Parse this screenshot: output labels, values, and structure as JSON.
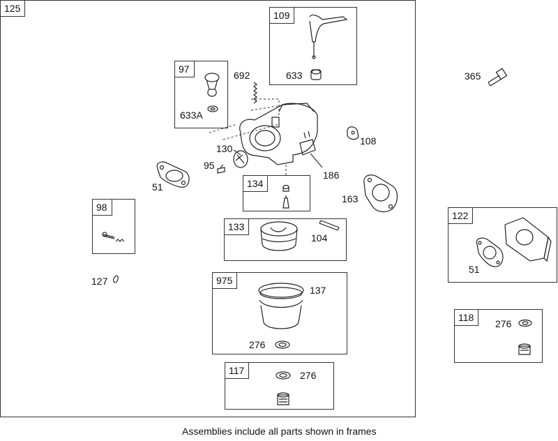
{
  "caption": "Assemblies include all parts shown in frames",
  "frames": {
    "f125": "125",
    "f109": "109",
    "f97": "97",
    "f134": "134",
    "f98": "98",
    "f133": "133",
    "f975": "975",
    "f117": "117",
    "f122": "122",
    "f118": "118"
  },
  "parts": {
    "p633": "633",
    "p692": "692",
    "p633A": "633A",
    "p365": "365",
    "p108": "108",
    "p130": "130",
    "p95": "95",
    "p186": "186",
    "p51a": "51",
    "p163": "163",
    "p104": "104",
    "p137": "137",
    "p276a": "276",
    "p127": "127",
    "p276b": "276",
    "p51b": "51",
    "p276c": "276"
  }
}
